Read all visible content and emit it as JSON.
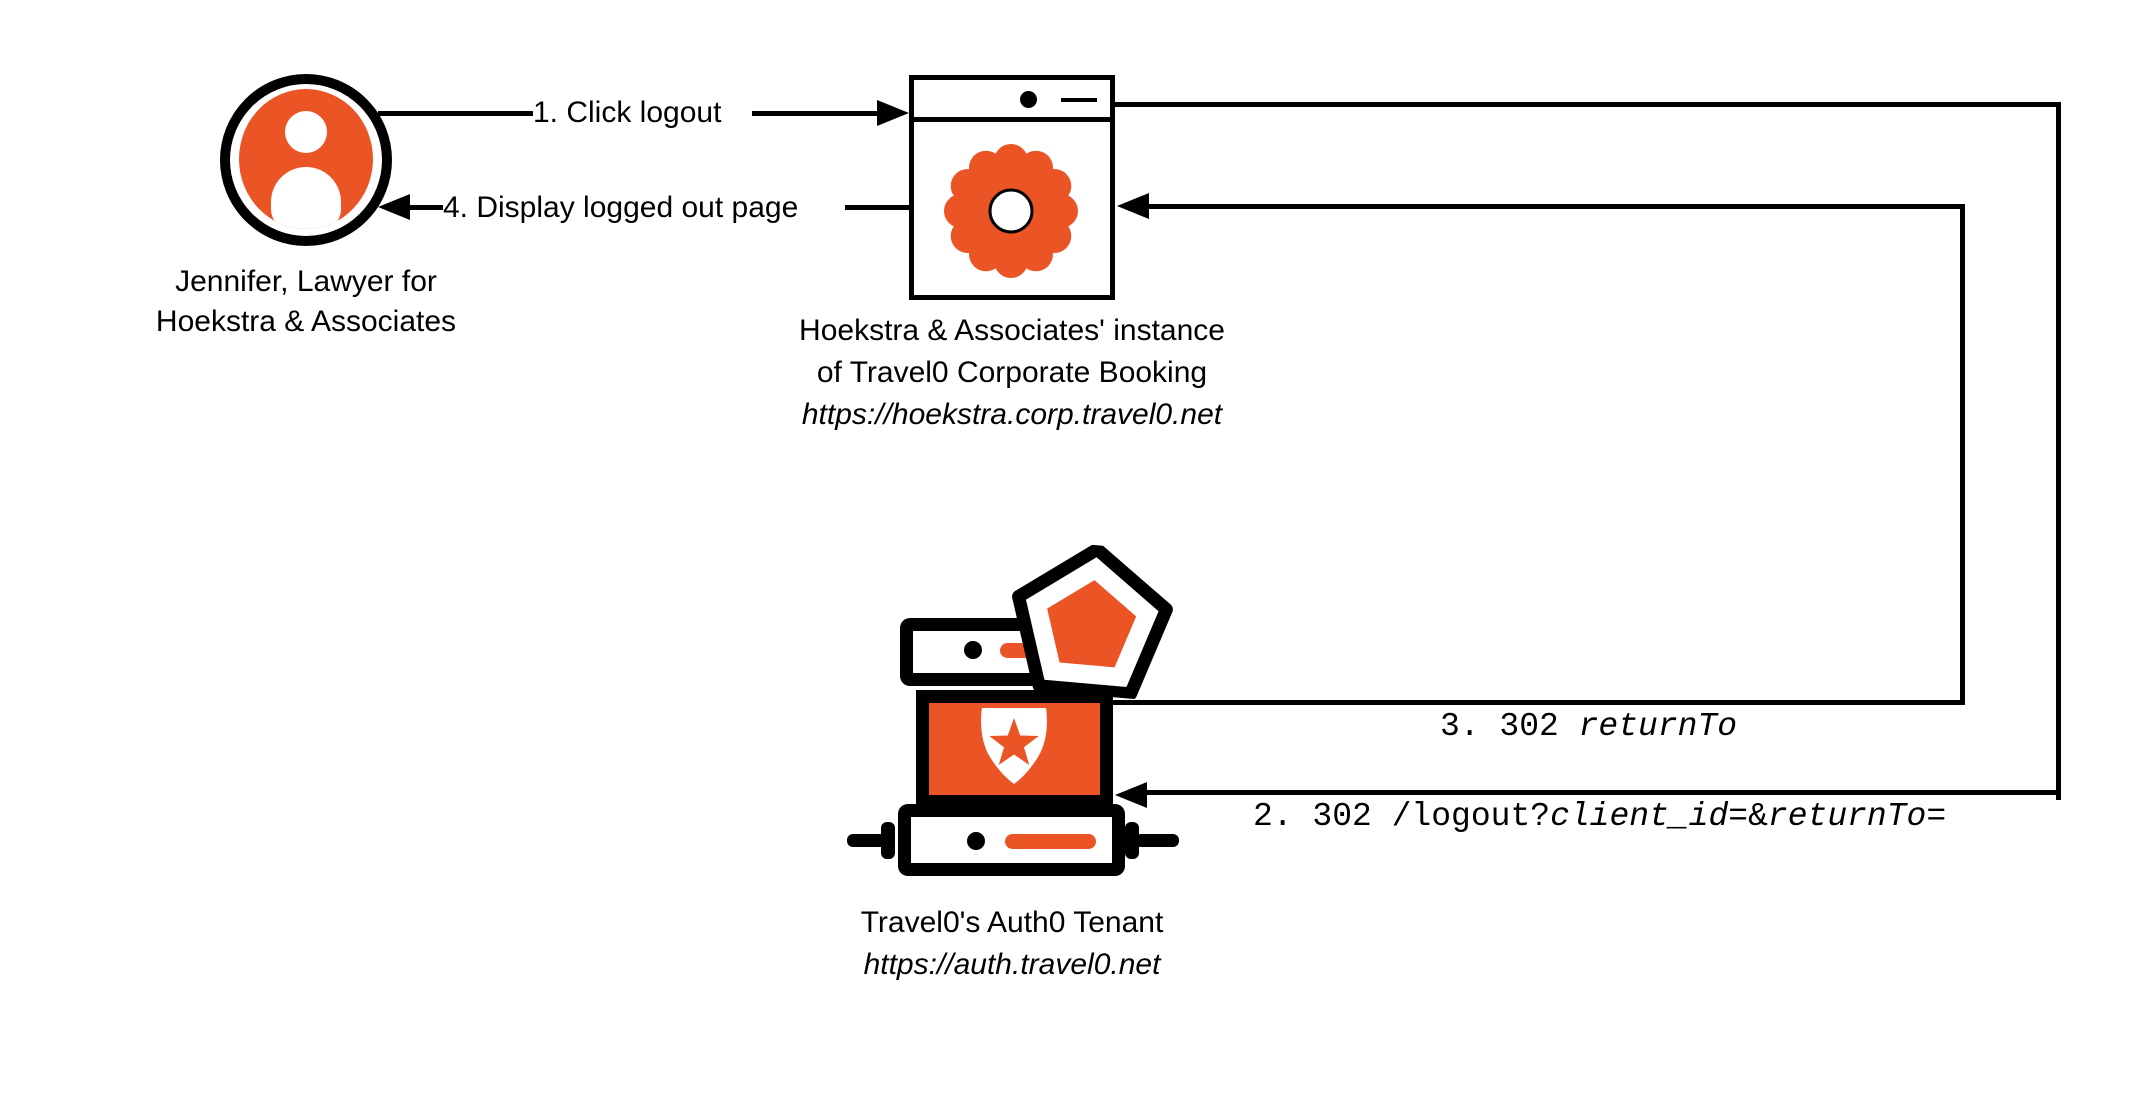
{
  "user": {
    "label_line1": "Jennifer, Lawyer for",
    "label_line2": "Hoekstra & Associates"
  },
  "app": {
    "caption_line1": "Hoekstra & Associates' instance",
    "caption_line2": "of Travel0 Corporate Booking",
    "url": "https://hoekstra.corp.travel0.net"
  },
  "auth0": {
    "caption_line1": "Travel0's Auth0 Tenant",
    "url": "https://auth.travel0.net"
  },
  "arrows": {
    "step1": {
      "label": "1. Click logout"
    },
    "step2": {
      "prefix": "2. 302 /logout?",
      "param1": "client_id",
      "mid": "=&",
      "param2": "returnTo",
      "suffix": "="
    },
    "step3": {
      "prefix": "3. 302 ",
      "param": "returnTo"
    },
    "step4": {
      "label": "4. Display logged out page"
    }
  },
  "colors": {
    "accent": "#EB5424",
    "line": "#000000",
    "background": "#FFFFFF"
  }
}
